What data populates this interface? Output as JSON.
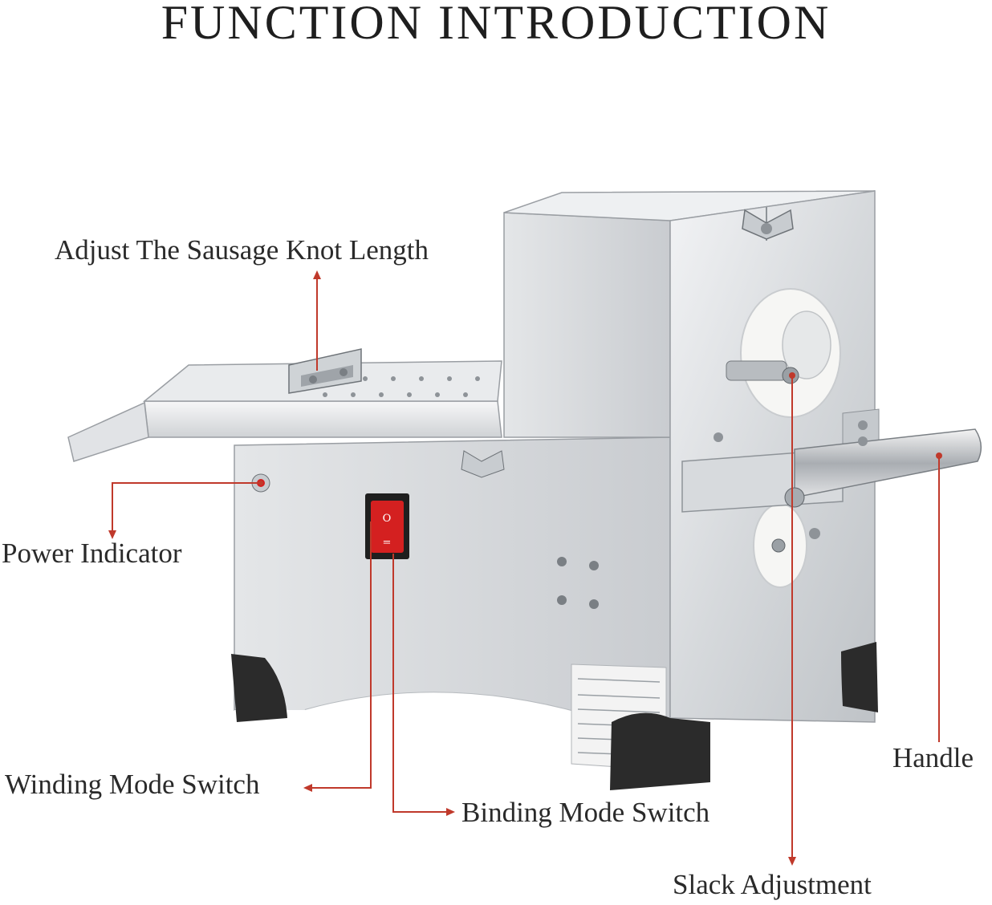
{
  "title": "FUNCTION INTRODUCTION",
  "labels": {
    "knot_length": "Adjust The Sausage Knot Length",
    "power_indicator": "Power Indicator",
    "winding_switch": "Winding Mode Switch",
    "binding_switch": "Binding Mode Switch",
    "handle": "Handle",
    "slack": "Slack Adjustment"
  },
  "colors": {
    "callout_line": "#c0392b",
    "steel": "#d9dcdf",
    "feet": "#2b2b2b",
    "switch_red": "#d42020"
  }
}
